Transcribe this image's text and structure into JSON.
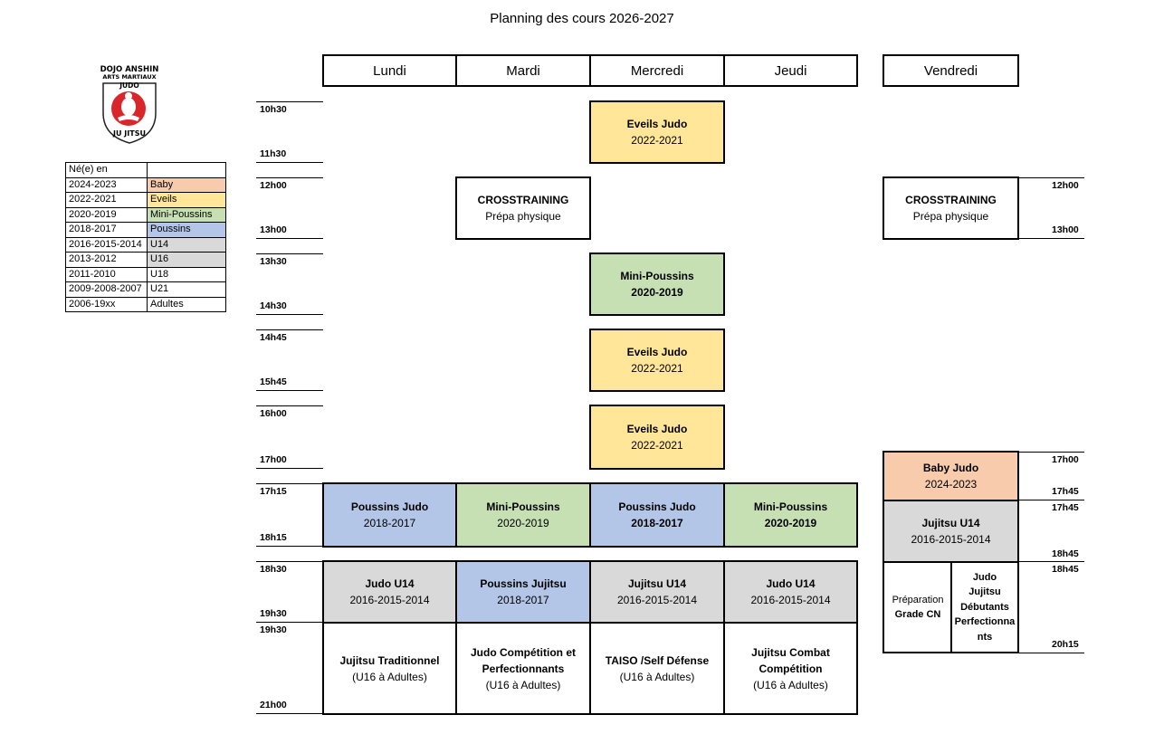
{
  "title": "Planning des cours 2026-2027",
  "logo": {
    "text_top": "DOJO ANSHIN",
    "text_mid": "ARTS MARTIAUX",
    "text_judo": "JUDO",
    "text_bottom": "JU JITSU",
    "icon": "judoka-emblem"
  },
  "colors": {
    "baby": "#f8cbad",
    "eveils": "#ffe699",
    "mini_poussins": "#c6e0b4",
    "poussins": "#b4c6e7",
    "u14_u16": "#d9d9d9"
  },
  "legend": {
    "header": "Né(e) en",
    "rows": [
      {
        "years": "2024-2023",
        "category": "Baby",
        "color": "peach"
      },
      {
        "years": "2022-2021",
        "category": "Eveils",
        "color": "yellow"
      },
      {
        "years": "2020-2019",
        "category": "Mini-Poussins",
        "color": "green"
      },
      {
        "years": "2018-2017",
        "category": "Poussins",
        "color": "blue"
      },
      {
        "years": "2016-2015-2014",
        "category": "U14",
        "color": "grey"
      },
      {
        "years": "2013-2012",
        "category": "U16",
        "color": "grey"
      },
      {
        "years": "2011-2010",
        "category": "U18",
        "color": "white"
      },
      {
        "years": "2009-2008-2007",
        "category": "U21",
        "color": "white"
      },
      {
        "years": "2006-19xx",
        "category": "Adultes",
        "color": "white"
      }
    ]
  },
  "days": [
    "Lundi",
    "Mardi",
    "Mercredi",
    "Jeudi",
    "Vendredi"
  ],
  "times": {
    "t1030": "10h30",
    "t1130": "11h30",
    "t1200": "12h00",
    "t1300": "13h00",
    "t1330": "13h30",
    "t1430": "14h30",
    "t1445": "14h45",
    "t1545": "15h45",
    "t1600": "16h00",
    "t1700": "17h00",
    "t1715": "17h15",
    "t1815": "18h15",
    "t1830": "18h30",
    "t1930": "19h30",
    "t1930b": "19h30",
    "t2100": "21h00",
    "f1200": "12h00",
    "f1300": "13h00",
    "f1700": "17h00",
    "f1745": "17h45",
    "f1745b": "17h45",
    "f1845": "18h45",
    "f1845b": "18h45",
    "f2015": "20h15"
  },
  "classes": {
    "mer_eveils_1": {
      "l1": "Eveils Judo",
      "l2": "2022-2021"
    },
    "mar_cross": {
      "l1": "CROSSTRAINING",
      "l2": "Prépa physique"
    },
    "ven_cross": {
      "l1": "CROSSTRAINING",
      "l2": "Prépa physique"
    },
    "mer_mini": {
      "l1": "Mini-Poussins",
      "l2": "2020-2019"
    },
    "mer_eveils_2": {
      "l1": "Eveils Judo",
      "l2": "2022-2021"
    },
    "mer_eveils_3": {
      "l1": "Eveils Judo",
      "l2": "2022-2021"
    },
    "ven_baby": {
      "l1": "Baby Judo",
      "l2": "2024-2023"
    },
    "lun_poussins": {
      "l1": "Poussins Judo",
      "l2": "2018-2017"
    },
    "mar_mini": {
      "l1": "Mini-Poussins",
      "l2": "2020-2019"
    },
    "mer_poussins": {
      "l1": "Poussins Judo",
      "l2": "2018-2017"
    },
    "jeu_mini": {
      "l1": "Mini-Poussins",
      "l2": "2020-2019"
    },
    "ven_jujitsu_u14": {
      "l1": "Jujitsu U14",
      "l2": "2016-2015-2014"
    },
    "lun_judo_u14": {
      "l1": "Judo U14",
      "l2": "2016-2015-2014"
    },
    "mar_poussins_jujitsu": {
      "l1": "Poussins Jujitsu",
      "l2": "2018-2017"
    },
    "mer_jujitsu_u14": {
      "l1": "Jujitsu U14",
      "l2": "2016-2015-2014"
    },
    "jeu_judo_u14": {
      "l1": "Judo U14",
      "l2": "2016-2015-2014"
    },
    "ven_prepa": {
      "l1": "Préparation",
      "l2": "Grade CN"
    },
    "ven_debutants": {
      "l1": "Judo",
      "l2": "Jujitsu",
      "l3": "Débutants",
      "l4": "Perfectionna",
      "l5": "nts"
    },
    "lun_jujitsu_trad": {
      "l1": "Jujitsu Traditionnel",
      "l2": "(U16 à Adultes)"
    },
    "mar_judo_compet": {
      "l1": "Judo Compétition et",
      "l2": "Perfectionnants",
      "l3": "(U16 à Adultes)"
    },
    "mer_taiso": {
      "l1": "TAISO /Self Défense",
      "l2": "(U16 à Adultes)"
    },
    "jeu_jujitsu_combat": {
      "l1": "Jujitsu Combat",
      "l2": "Compétition",
      "l3": "(U16 à Adultes)"
    }
  }
}
